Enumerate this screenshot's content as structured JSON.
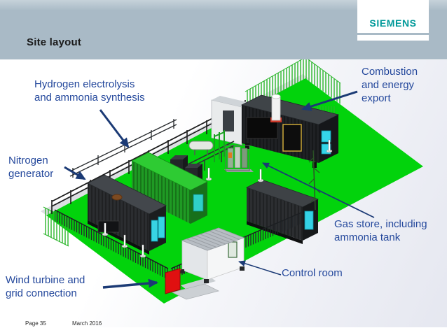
{
  "header": {
    "title": "Site layout",
    "brand": "SIEMENS"
  },
  "footer": {
    "page": "Page 35",
    "date": "March 2016"
  },
  "callouts": {
    "hydrogen": "Hydrogen electrolysis\nand ammonia synthesis",
    "combustion": "Combustion\nand energy\nexport",
    "nitrogen": "Nitrogen\ngenerator",
    "gas_store": "Gas store, including\nammonia tank",
    "control_room": "Control room",
    "wind": "Wind turbine and\ngrid connection"
  },
  "colors": {
    "header_band": "#a9bac6",
    "siemens_teal": "#009999",
    "callout_blue": "#24489c",
    "arrow_navy": "#1b3a75",
    "ground_green": "#02d30c",
    "container_dark": "#2b2d30",
    "container_green": "#1f9a24",
    "panel_cyan": "#35d5e8",
    "grid_panel_red": "#e01010"
  },
  "scene_objects": [
    "green-site-ground",
    "safety-railing",
    "perimeter-mesh-fence",
    "combustion-energy-export-unit",
    "exhaust-stack",
    "hydrogen-ammonia-container",
    "nitrogen-generator-container",
    "equipment-cabinets",
    "gas-store-tanks",
    "gas-store-container",
    "control-room-cabin",
    "grid-connection-panel"
  ]
}
